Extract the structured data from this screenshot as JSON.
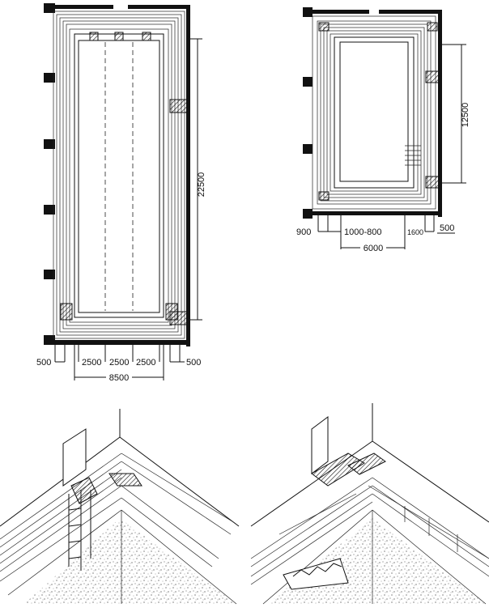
{
  "plan_large": {
    "height_dim": "22500",
    "bottom_dims": [
      "500",
      "2500",
      "2500",
      "2500",
      "500"
    ],
    "total_width": "8500"
  },
  "plan_small": {
    "height_dim": "12500",
    "bottom_dims": [
      "900",
      "1000-800",
      "1600",
      "500"
    ],
    "total_width": "6000"
  },
  "colors": {
    "ink": "#111111",
    "paper": "#ffffff"
  }
}
